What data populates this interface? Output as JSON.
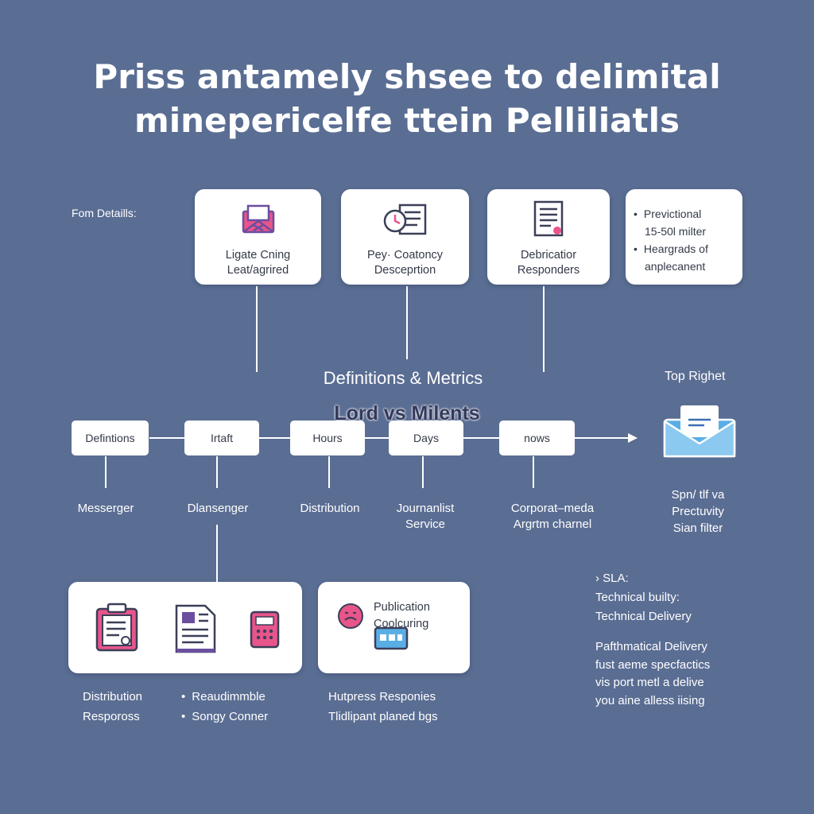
{
  "title": {
    "line1": "Priss antamely shsee to delimital",
    "line2": "minepericelfe ttein Pelliliatls"
  },
  "form_details_label": "Fom Detaills:",
  "top_cards": [
    {
      "line1": "Ligate Cning",
      "line2": "Leat/agrired",
      "icon": "envelope-tools-icon"
    },
    {
      "line1": "Pey· Coatoncy",
      "line2": "Desceprtion",
      "icon": "clock-document-icon"
    },
    {
      "line1": "Debricatior",
      "line2": "Responders",
      "icon": "report-document-icon"
    }
  ],
  "top_right_card": {
    "items": [
      "Previctional",
      "15-50l milter",
      "Heargrads of",
      "anplecanent"
    ]
  },
  "section_heading": "Definitions & Metrics",
  "section_subheading": "Lord vs Milents",
  "top_right_label": "Top Righet",
  "flow_nodes": [
    "Defintions",
    "Irtaft",
    "Hours",
    "Days",
    "nows"
  ],
  "flow_labels": [
    [
      "Messerger"
    ],
    [
      "Dlansenger"
    ],
    [
      "Distribution"
    ],
    [
      "Journanlist",
      "Service"
    ],
    [
      "Corporat–meda",
      "Argrtm charnel"
    ]
  ],
  "mail_labels": [
    "Spn/ tlf va",
    "Prectuvity",
    "Sian filter"
  ],
  "bottom_left_card": {
    "icons": [
      "clipboard-icon",
      "document-icon",
      "calculator-icon"
    ]
  },
  "bottom_mid_card": {
    "line1": "Publication",
    "line2": "Coolcuring",
    "icons": [
      "smiley-icon",
      "card-icon"
    ]
  },
  "bottom_labels": {
    "left": [
      "Distribution",
      "Respoross"
    ],
    "bullets": [
      "Reaudimmble",
      "Songy Conner"
    ],
    "mid": [
      "Hutpress Responies",
      "Tlidlipant planed bgs"
    ]
  },
  "sla_block": {
    "line1": "› SLA:",
    "line2": "Technical builty:",
    "line3": "Technical Delivery"
  },
  "delivery_block": [
    "Pafthmatical Delivery",
    "fust aeme specfactics",
    "vis port metl a delive",
    "you aine alless iising"
  ],
  "colors": {
    "background": "#5a6d93",
    "card": "#ffffff",
    "accent_pink": "#e8558a",
    "accent_purple": "#6b4ea0",
    "accent_blue": "#5aaee6"
  }
}
